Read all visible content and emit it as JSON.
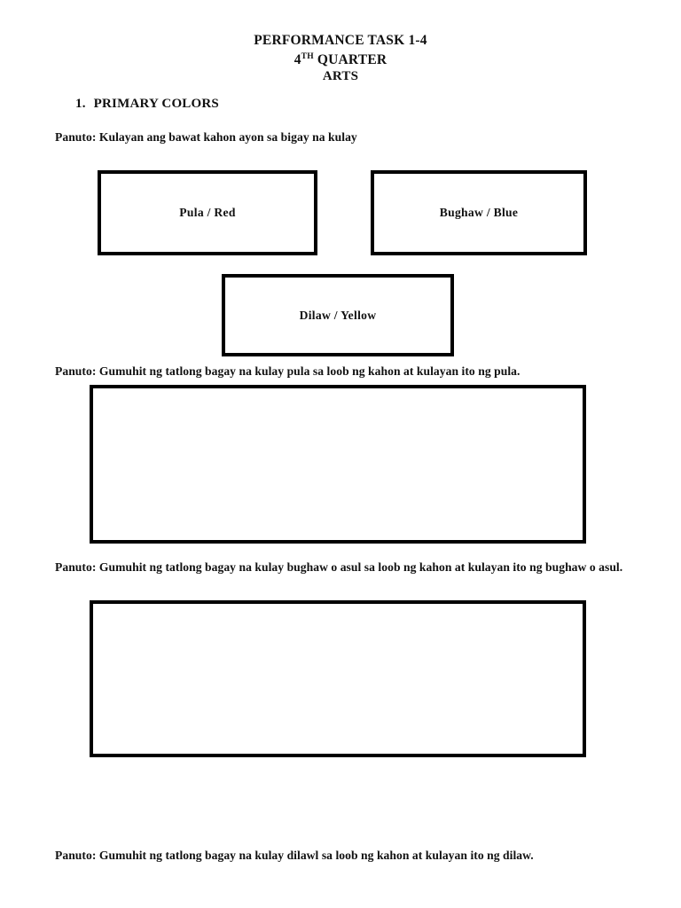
{
  "document": {
    "header": {
      "title_line_1": "PERFORMANCE TASK 1-4",
      "quarter_number": "4",
      "quarter_suffix": "TH",
      "quarter_word": "QUARTER",
      "subject": "ARTS"
    },
    "section": {
      "number": "1.",
      "title": "PRIMARY COLORS"
    },
    "instructions": {
      "color_the_boxes": "Panuto: Kulayan ang bawat kahon ayon sa bigay na kulay",
      "draw_red": "Panuto: Gumuhit ng tatlong bagay na kulay pula sa loob ng kahon at kulayan ito ng pula.",
      "draw_blue": "Panuto: Gumuhit ng tatlong bagay na kulay bughaw o asul sa loob ng kahon at kulayan ito ng bughaw o asul.",
      "draw_yellow": "Panuto: Gumuhit ng tatlong bagay na kulay dilawl sa loob ng kahon at kulayan ito ng dilaw."
    },
    "color_boxes": [
      {
        "label": "Pula / Red",
        "color_hex": "#ff0000"
      },
      {
        "label": "Bughaw / Blue",
        "color_hex": "#0000ff"
      },
      {
        "label": "Dilaw / Yellow",
        "color_hex": "#ffff00"
      }
    ],
    "drawing_boxes": [
      {
        "for_color": "Pula / Red",
        "content": ""
      },
      {
        "for_color": "Bughaw / Blue",
        "content": ""
      }
    ],
    "style": {
      "border_color": "#000000",
      "page_background": "#ffffff",
      "text_color": "#111111"
    }
  }
}
